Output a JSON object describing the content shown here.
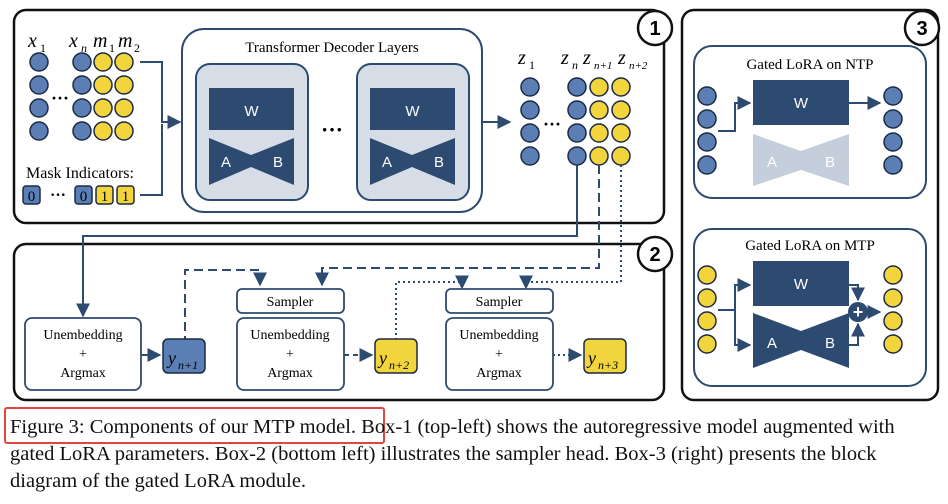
{
  "box1": {
    "number": "1",
    "input_labels": [
      "x",
      "1",
      "x",
      "n",
      "m",
      "1",
      "m",
      "2"
    ],
    "dots": "···",
    "mask_label": "Mask Indicators:",
    "mask_values": [
      "0",
      "0",
      "1",
      "1"
    ],
    "decoder_title": "Transformer Decoder Layers",
    "w_label": "W",
    "a_label": "A",
    "b_label": "B",
    "output_labels": [
      "z",
      "1",
      "z",
      "n",
      "z",
      "n+1",
      "z",
      "n+2"
    ]
  },
  "box2": {
    "number": "2",
    "sampler_label": "Sampler",
    "unembed_line1": "Unembedding",
    "unembed_line2": "+",
    "unembed_line3": "Argmax",
    "y_outputs": [
      {
        "base": "y",
        "sub": "n+1"
      },
      {
        "base": "y",
        "sub": "n+2"
      },
      {
        "base": "y",
        "sub": "n+3"
      }
    ]
  },
  "box3": {
    "number": "3",
    "ntp_title": "Gated LoRA on NTP",
    "mtp_title": "Gated LoRA on MTP",
    "plus": "+"
  },
  "caption": {
    "highlighted": "Figure 3: Components of our MTP model",
    "rest": ". Box-1 (top-left) shows the autoregressive model augmented with gated LoRA parameters. Box-2 (bottom left) illustrates the sampler head. Box-3 (right) presents the block diagram of the gated LoRA module."
  },
  "colors": {
    "token_blue": "#5b7fb5",
    "token_yellow": "#f2d53c",
    "block_navy": "#2d4a70",
    "panel_gray": "#d6dde6",
    "faded": "#c5cfdb"
  }
}
